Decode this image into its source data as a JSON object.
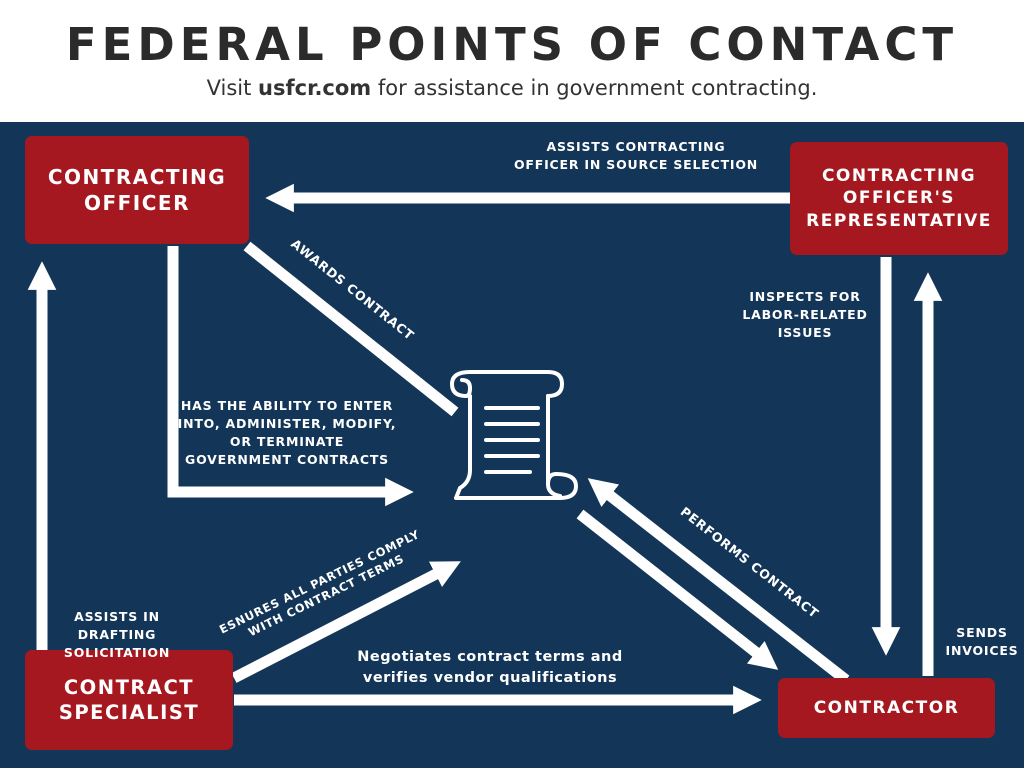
{
  "header": {
    "title": "FEDERAL POINTS OF CONTACT",
    "subtitle_prefix": "Visit ",
    "subtitle_link": "usfcr.com",
    "subtitle_suffix": " for assistance in government contracting."
  },
  "colors": {
    "panel": "#133557",
    "box": "#a51820",
    "text": "#ffffff",
    "title": "#2b2b2b"
  },
  "nodes": {
    "contracting_officer": "CONTRACTING\nOFFICER",
    "cor": "CONTRACTING\nOFFICER'S\nREPRESENTATIVE",
    "contract_specialist": "CONTRACT\nSPECIALIST",
    "contractor": "CONTRACTOR"
  },
  "edges": {
    "assists_source_selection": "ASSISTS CONTRACTING\nOFFICER IN SOURCE SELECTION",
    "awards_contract": "AWARDS CONTRACT",
    "ability": "HAS THE ABILITY TO ENTER\nINTO, ADMINISTER, MODIFY,\nOR TERMINATE\nGOVERNMENT CONTRACTS",
    "inspects": "INSPECTS FOR\nLABOR-RELATED\nISSUES",
    "sends_invoices": "SENDS\nINVOICES",
    "performs_contract": "PERFORMS CONTRACT",
    "ensures": "ESNURES ALL PARTIES COMPLY\nWITH CONTRACT TERMS",
    "assists_drafting": "ASSISTS IN DRAFTING\nSOLICITATION",
    "negotiates": "Negotiates contract terms and\nverifies vendor qualifications"
  },
  "icons": {
    "contract": "scroll-icon"
  }
}
